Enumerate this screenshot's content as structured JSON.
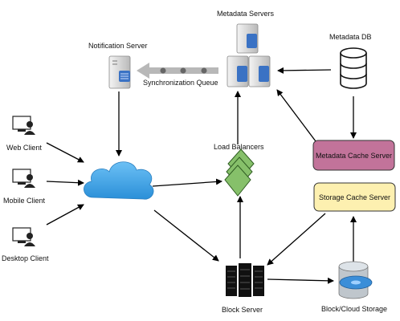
{
  "nodes": {
    "metadata_servers": "Metadata Servers",
    "metadata_db": "Metadata DB",
    "notification_server": "Notification Server",
    "sync_queue": "Synchronization Queue",
    "load_balancers": "Load Balancers",
    "metadata_cache": "Metadata Cache Server",
    "storage_cache": "Storage Cache Server",
    "block_server": "Block  Server",
    "cloud_storage": "Block/Cloud Storage",
    "web_client": "Web Client",
    "mobile_client": "Mobile Client",
    "desktop_client": "Desktop Client"
  },
  "colors": {
    "metadata_cache_fill": "#c2739a",
    "storage_cache_fill": "#fdf0b0",
    "cloud_fill": "#3ea2e6",
    "load_balancer_fill": "#86c06a"
  }
}
